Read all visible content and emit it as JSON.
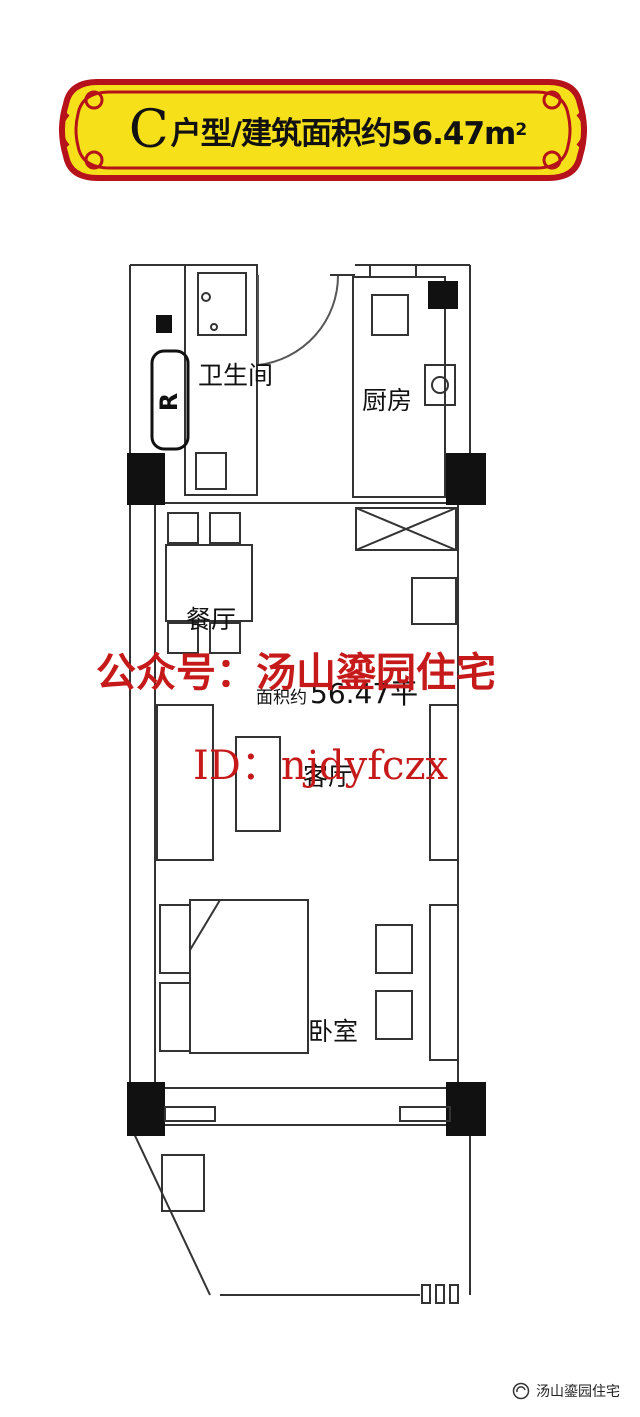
{
  "banner": {
    "type_letter": "C",
    "title": "户型/建筑面积约56.47m",
    "superscript": "2",
    "colors": {
      "fill": "#f6e01a",
      "border": "#b5121b"
    }
  },
  "rooms": {
    "bathroom": "卫生间",
    "kitchen": "厨房",
    "dining": "餐厅",
    "living": "客厅",
    "bedroom": "卧室",
    "area_prefix": "面积约",
    "area_value": "56.47平",
    "toilet_mark": "R"
  },
  "watermark": {
    "line1": "公众号：汤山鎏园住宅",
    "line2": "ID：njdyfczx",
    "color": "#c61a1a"
  },
  "footer": {
    "account": "汤山鎏园住宅",
    "icon": "wechat-official-account-icon"
  }
}
